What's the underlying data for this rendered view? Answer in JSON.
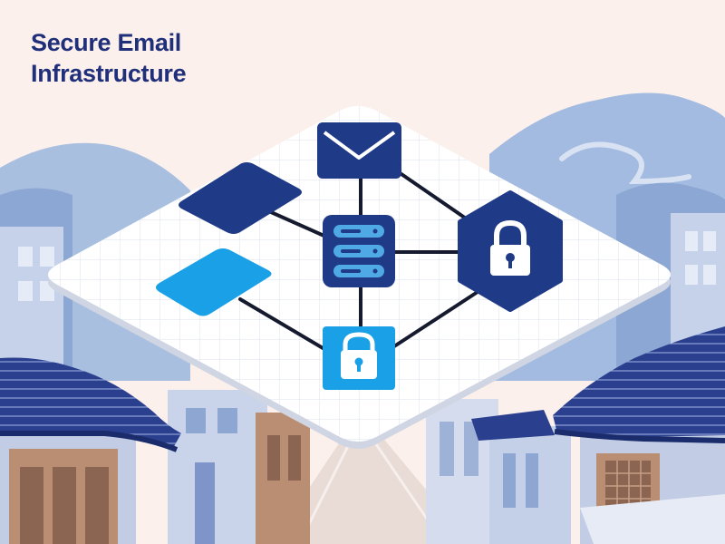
{
  "header": {
    "title_line1": "Secure Email",
    "title_line2": "Infrastructure"
  },
  "diagram": {
    "nodes": [
      {
        "id": "email",
        "icon": "envelope-icon",
        "color": "#1f3a87"
      },
      {
        "id": "server",
        "icon": "server-stack-icon",
        "color": "#1f3a87"
      },
      {
        "id": "lock-hexagon",
        "icon": "padlock-icon",
        "color": "#1f3a87"
      },
      {
        "id": "lock-square",
        "icon": "padlock-icon",
        "color": "#1aa0e6"
      },
      {
        "id": "dark-rhombus",
        "icon": "rhombus-tile",
        "color": "#1f3a87"
      },
      {
        "id": "light-rhombus",
        "icon": "rhombus-tile",
        "color": "#1aa0e6"
      }
    ],
    "edges": [
      [
        "email",
        "server"
      ],
      [
        "email",
        "lock-hexagon"
      ],
      [
        "dark-rhombus",
        "server"
      ],
      [
        "server",
        "lock-hexagon"
      ],
      [
        "server",
        "lock-square"
      ],
      [
        "light-rhombus",
        "lock-square"
      ],
      [
        "lock-square",
        "lock-hexagon"
      ]
    ]
  },
  "palette": {
    "background": "#fbf0ec",
    "navy": "#1f3a87",
    "sky": "#1aa0e6",
    "mountain": "#93add6",
    "building": "#c9d4ea",
    "roof": "#2a3f8e",
    "wood": "#b98e73"
  }
}
